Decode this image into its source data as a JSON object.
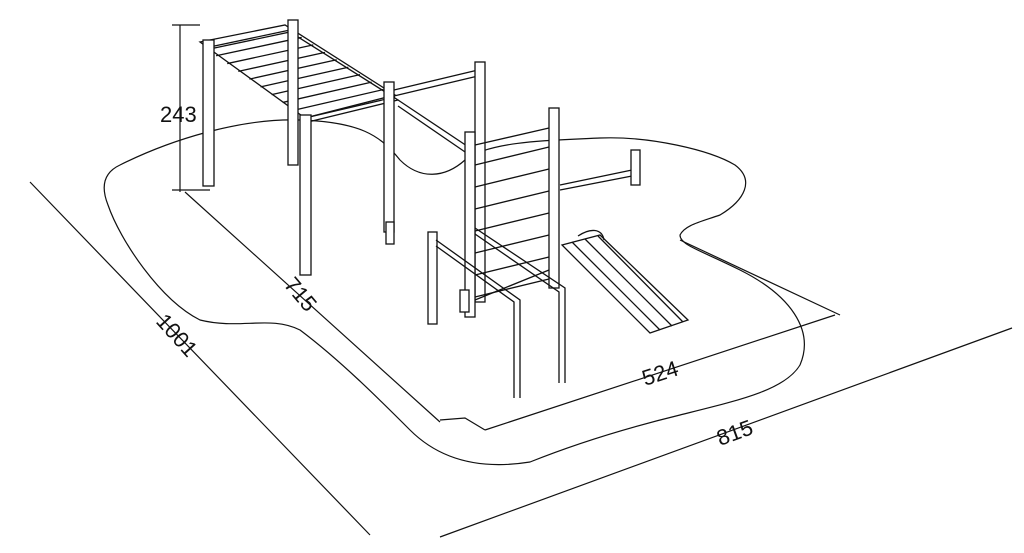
{
  "drawing": {
    "dimensions": {
      "height": "243",
      "side_length": "715",
      "total_depth": "1001",
      "inner_width": "524",
      "total_width": "815"
    },
    "colors": {
      "line": "#111111",
      "background": "#ffffff"
    }
  }
}
